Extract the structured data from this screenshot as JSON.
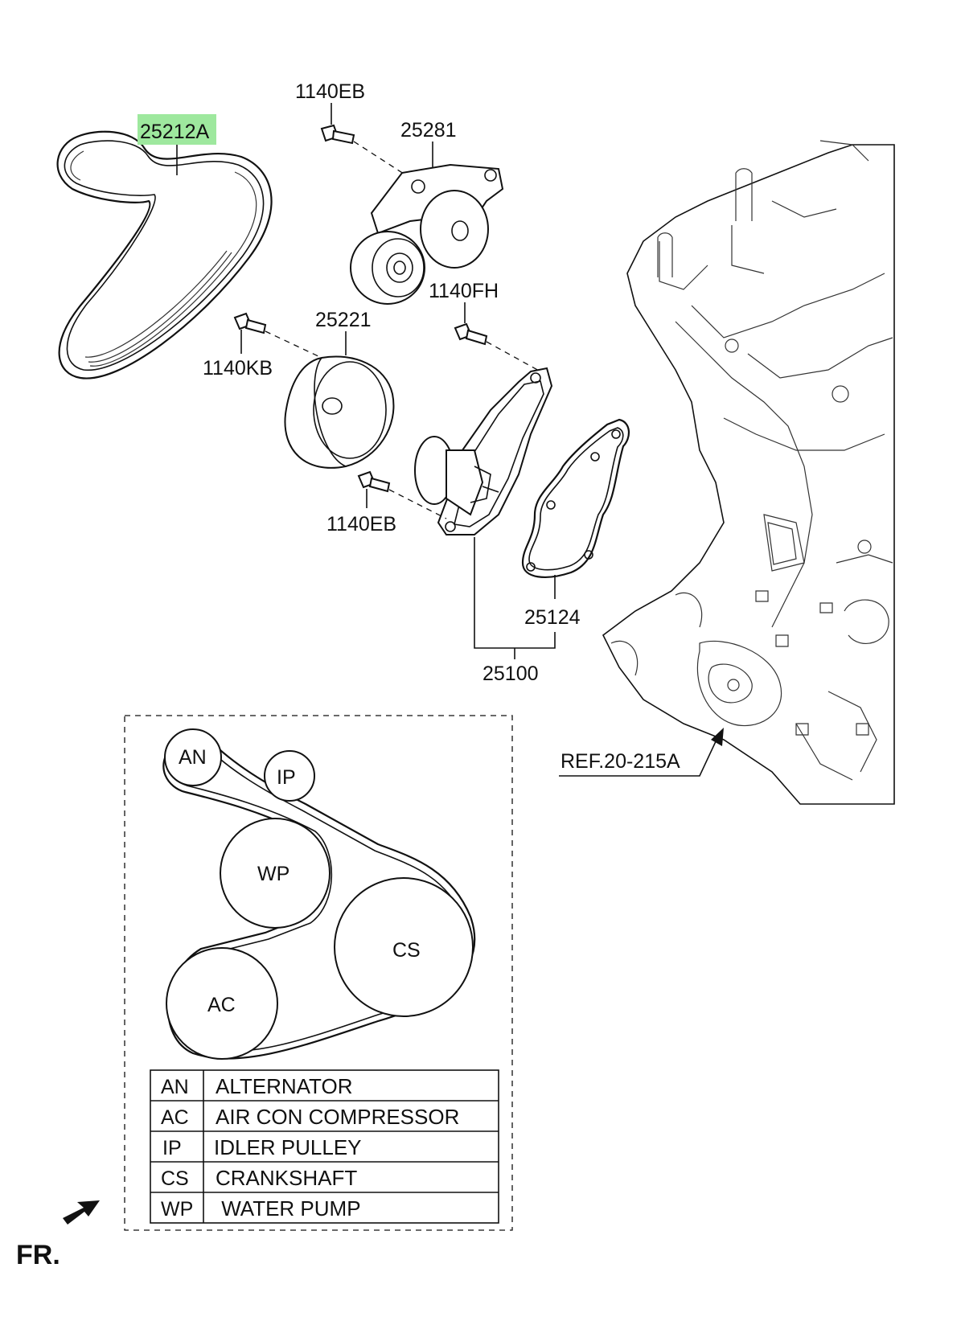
{
  "part_labels": {
    "belt": "25212A",
    "bolt_top": "1140EB",
    "tensioner": "25281",
    "bolt_fh": "1140FH",
    "idler": "25221",
    "bolt_kb": "1140KB",
    "bolt_bottom": "1140EB",
    "gasket": "25124",
    "pump_assy": "25100",
    "ref": "REF.20-215A"
  },
  "highlight_color": "#9ee89e",
  "pulleys": {
    "an": "AN",
    "ip": "IP",
    "wp": "WP",
    "cs": "CS",
    "ac": "AC"
  },
  "legend": [
    {
      "code": "AN",
      "desc": "ALTERNATOR"
    },
    {
      "code": "AC",
      "desc": "AIR CON COMPRESSOR"
    },
    {
      "code": "IP",
      "desc": "IDLER PULLEY"
    },
    {
      "code": "CS",
      "desc": "CRANKSHAFT"
    },
    {
      "code": "WP",
      "desc": " WATER PUMP"
    }
  ],
  "direction_label": "FR."
}
